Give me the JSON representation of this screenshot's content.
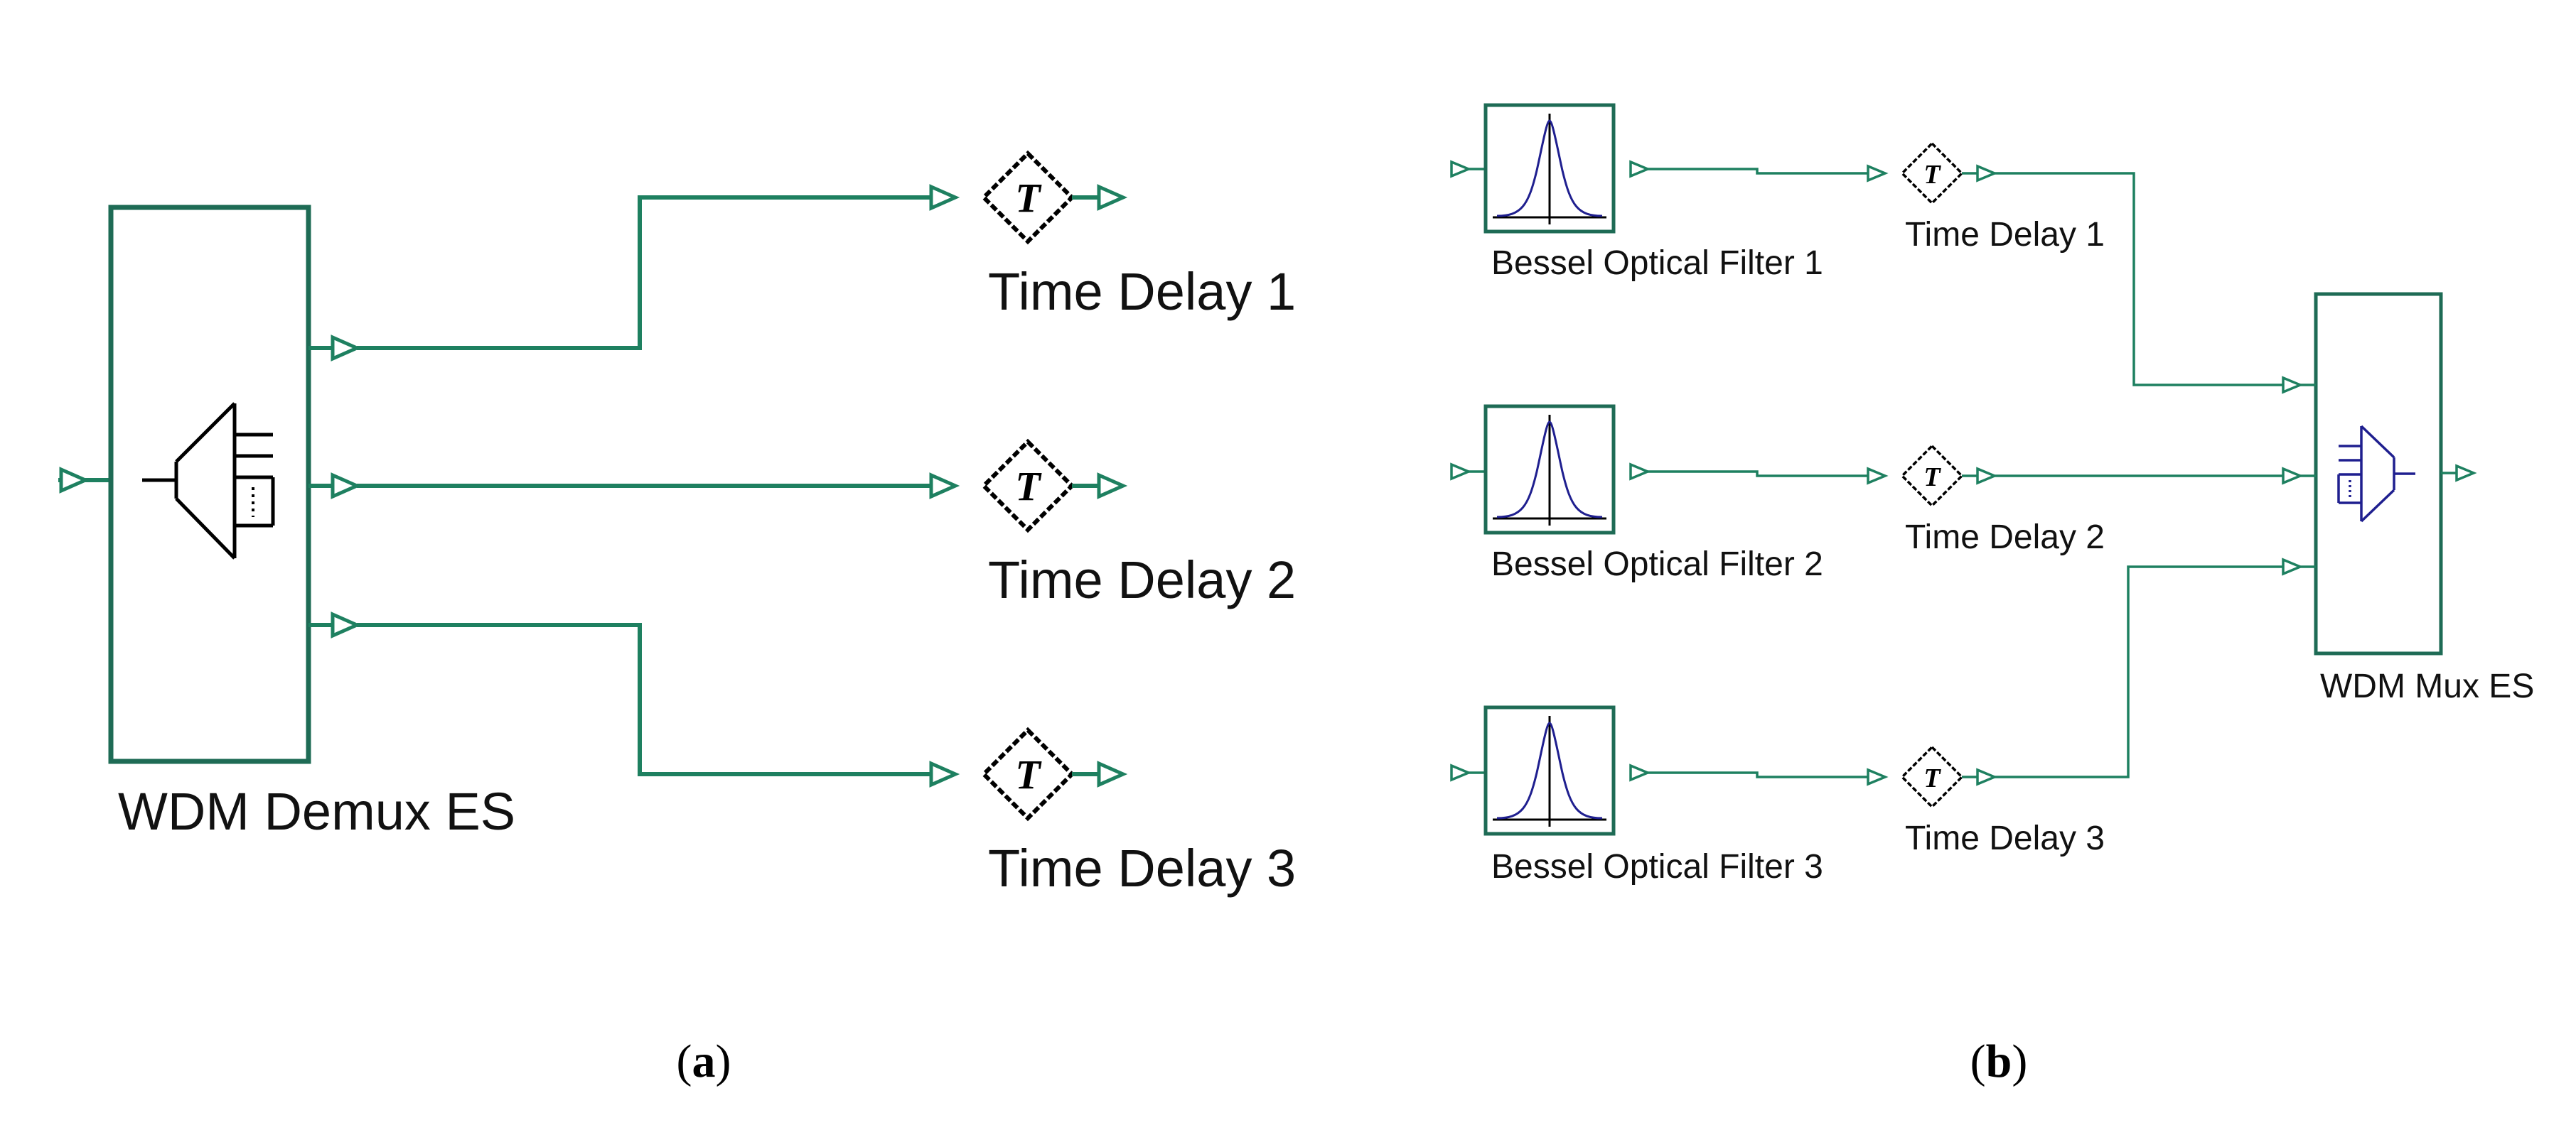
{
  "colors": {
    "wire": "#1e8060",
    "block_border": "#1e6b55",
    "filter_curve": "#1f1f8f",
    "mux_icon": "#1f1f8f",
    "text": "#111111",
    "background": "#ffffff"
  },
  "panel_a": {
    "demux_label": "WDM Demux ES",
    "delays": [
      {
        "label": "Time Delay 1",
        "icon": "time-delay-icon"
      },
      {
        "label": "Time Delay 2",
        "icon": "time-delay-icon"
      },
      {
        "label": "Time Delay 3",
        "icon": "time-delay-icon"
      }
    ],
    "caption": {
      "open": "(",
      "letter": "a",
      "close": ")"
    }
  },
  "panel_b": {
    "filters": [
      {
        "label": "Bessel Optical Filter 1",
        "icon": "bessel-filter-icon"
      },
      {
        "label": "Bessel Optical Filter 2",
        "icon": "bessel-filter-icon"
      },
      {
        "label": "Bessel Optical Filter 3",
        "icon": "bessel-filter-icon"
      }
    ],
    "delays": [
      {
        "label": "Time Delay 1",
        "icon": "time-delay-icon"
      },
      {
        "label": "Time Delay 2",
        "icon": "time-delay-icon"
      },
      {
        "label": "Time Delay 3",
        "icon": "time-delay-icon"
      }
    ],
    "mux_label": "WDM Mux ES",
    "caption": {
      "open": "(",
      "letter": "b",
      "close": ")"
    }
  }
}
